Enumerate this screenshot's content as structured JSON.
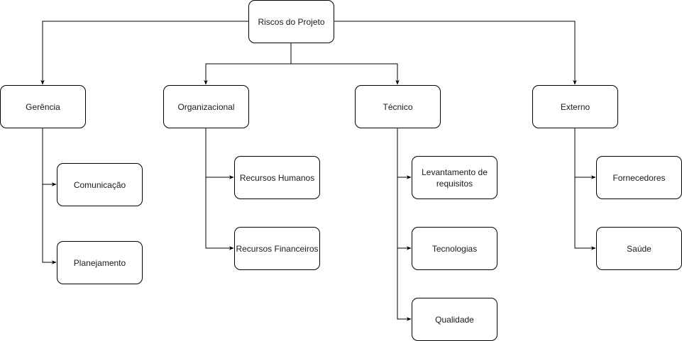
{
  "diagram": {
    "root": {
      "label": "Riscos do Projeto"
    },
    "categories": [
      {
        "label": "Gerência",
        "children": [
          "Comunicação",
          "Planejamento"
        ]
      },
      {
        "label": "Organizacional",
        "children": [
          "Recursos Humanos",
          "Recursos Financeiros"
        ]
      },
      {
        "label": "Técnico",
        "children": [
          "Levantamento de\nrequisitos",
          "Tecnologias",
          "Qualidade"
        ]
      },
      {
        "label": "Externo",
        "children": [
          "Fornecedores",
          "Saúde"
        ]
      }
    ],
    "colors": {
      "stroke": "#000000",
      "fill": "#ffffff",
      "text": "#1a1a1a"
    }
  }
}
